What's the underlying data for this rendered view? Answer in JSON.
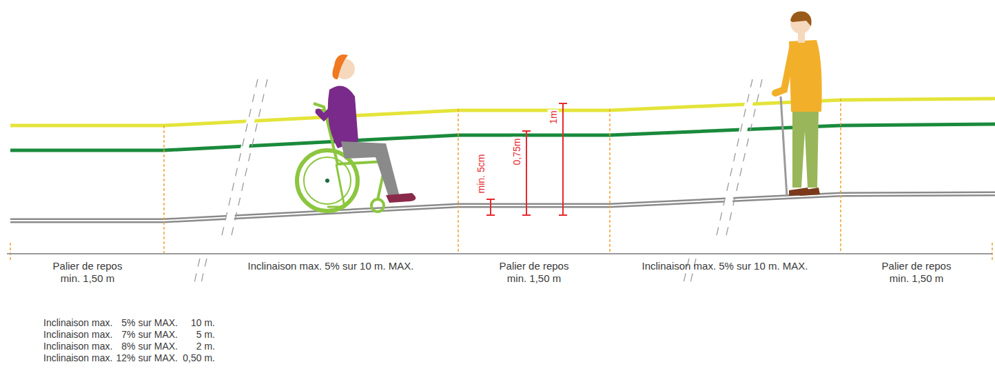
{
  "diagram": {
    "labels": [
      "min. 5cm",
      "0,75m",
      "1m",
      "Palier de repos",
      "min. 1,50 m",
      "Inclinaison max. 5% sur 10 m. MAX.",
      "Palier de repos",
      "min. 1,50 m",
      "Inclinaison max. 5% sur 10 m. MAX.",
      "Palier de repos",
      "min. 1,50 m",
      "Inclinaison max.",
      "5% sur MAX.",
      "10 m.",
      "Inclinaison max.",
      "7% sur MAX.",
      "5 m.",
      "Inclinaison max.",
      "8% sur MAX.",
      "2 m.",
      "Inclinaison max.",
      "12% sur MAX.",
      "0,50 m."
    ]
  }
}
